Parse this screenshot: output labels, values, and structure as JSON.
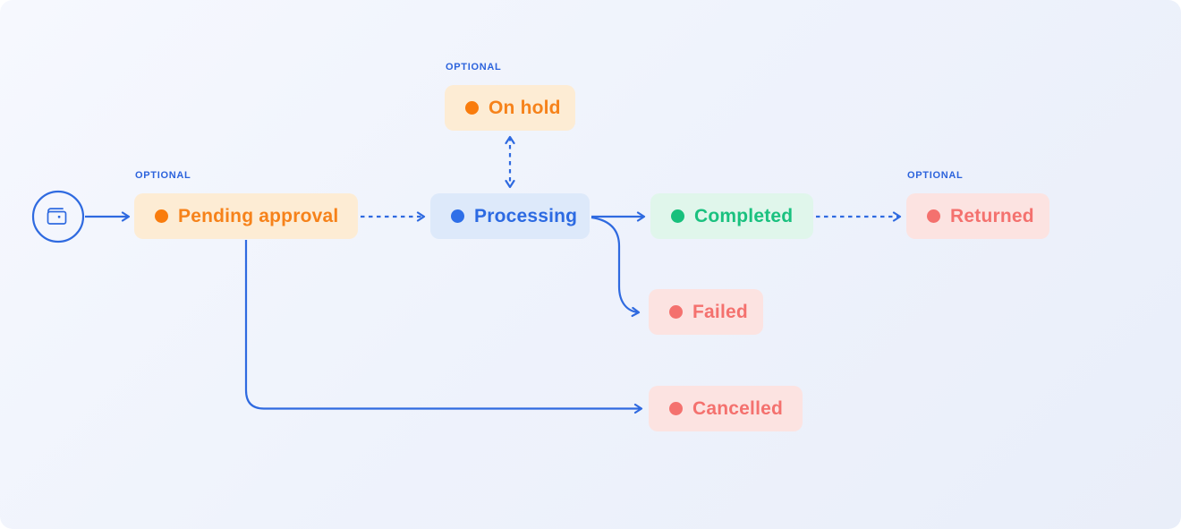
{
  "diagram": {
    "optional_label": "OPTIONAL",
    "connector_color": "#2f6ae0",
    "start_icon": "wallet-icon",
    "nodes": {
      "pending_approval": {
        "label": "Pending approval",
        "status_color": "#f6821a",
        "bg_color": "#fdecd4",
        "optional": true
      },
      "on_hold": {
        "label": "On hold",
        "status_color": "#f6821a",
        "bg_color": "#fdecd4",
        "optional": true
      },
      "processing": {
        "label": "Processing",
        "status_color": "#2c6ae2",
        "bg_color": "#dde9fa",
        "optional": false
      },
      "completed": {
        "label": "Completed",
        "status_color": "#1ac17f",
        "bg_color": "#e0f6eb",
        "optional": false
      },
      "returned": {
        "label": "Returned",
        "status_color": "#f4716e",
        "bg_color": "#fce3e1",
        "optional": true
      },
      "failed": {
        "label": "Failed",
        "status_color": "#f4716e",
        "bg_color": "#fce3e1",
        "optional": false
      },
      "cancelled": {
        "label": "Cancelled",
        "status_color": "#f4716e",
        "bg_color": "#fce3e1",
        "optional": false
      }
    },
    "edges": [
      {
        "from": "start",
        "to": "pending_approval",
        "style": "solid",
        "bidirectional": false
      },
      {
        "from": "pending_approval",
        "to": "processing",
        "style": "dashed",
        "bidirectional": false
      },
      {
        "from": "processing",
        "to": "on_hold",
        "style": "dashed",
        "bidirectional": true
      },
      {
        "from": "processing",
        "to": "completed",
        "style": "solid",
        "bidirectional": false
      },
      {
        "from": "processing",
        "to": "failed",
        "style": "solid",
        "bidirectional": false
      },
      {
        "from": "pending_approval",
        "to": "cancelled",
        "style": "solid",
        "bidirectional": false
      },
      {
        "from": "completed",
        "to": "returned",
        "style": "dashed",
        "bidirectional": false
      }
    ]
  }
}
